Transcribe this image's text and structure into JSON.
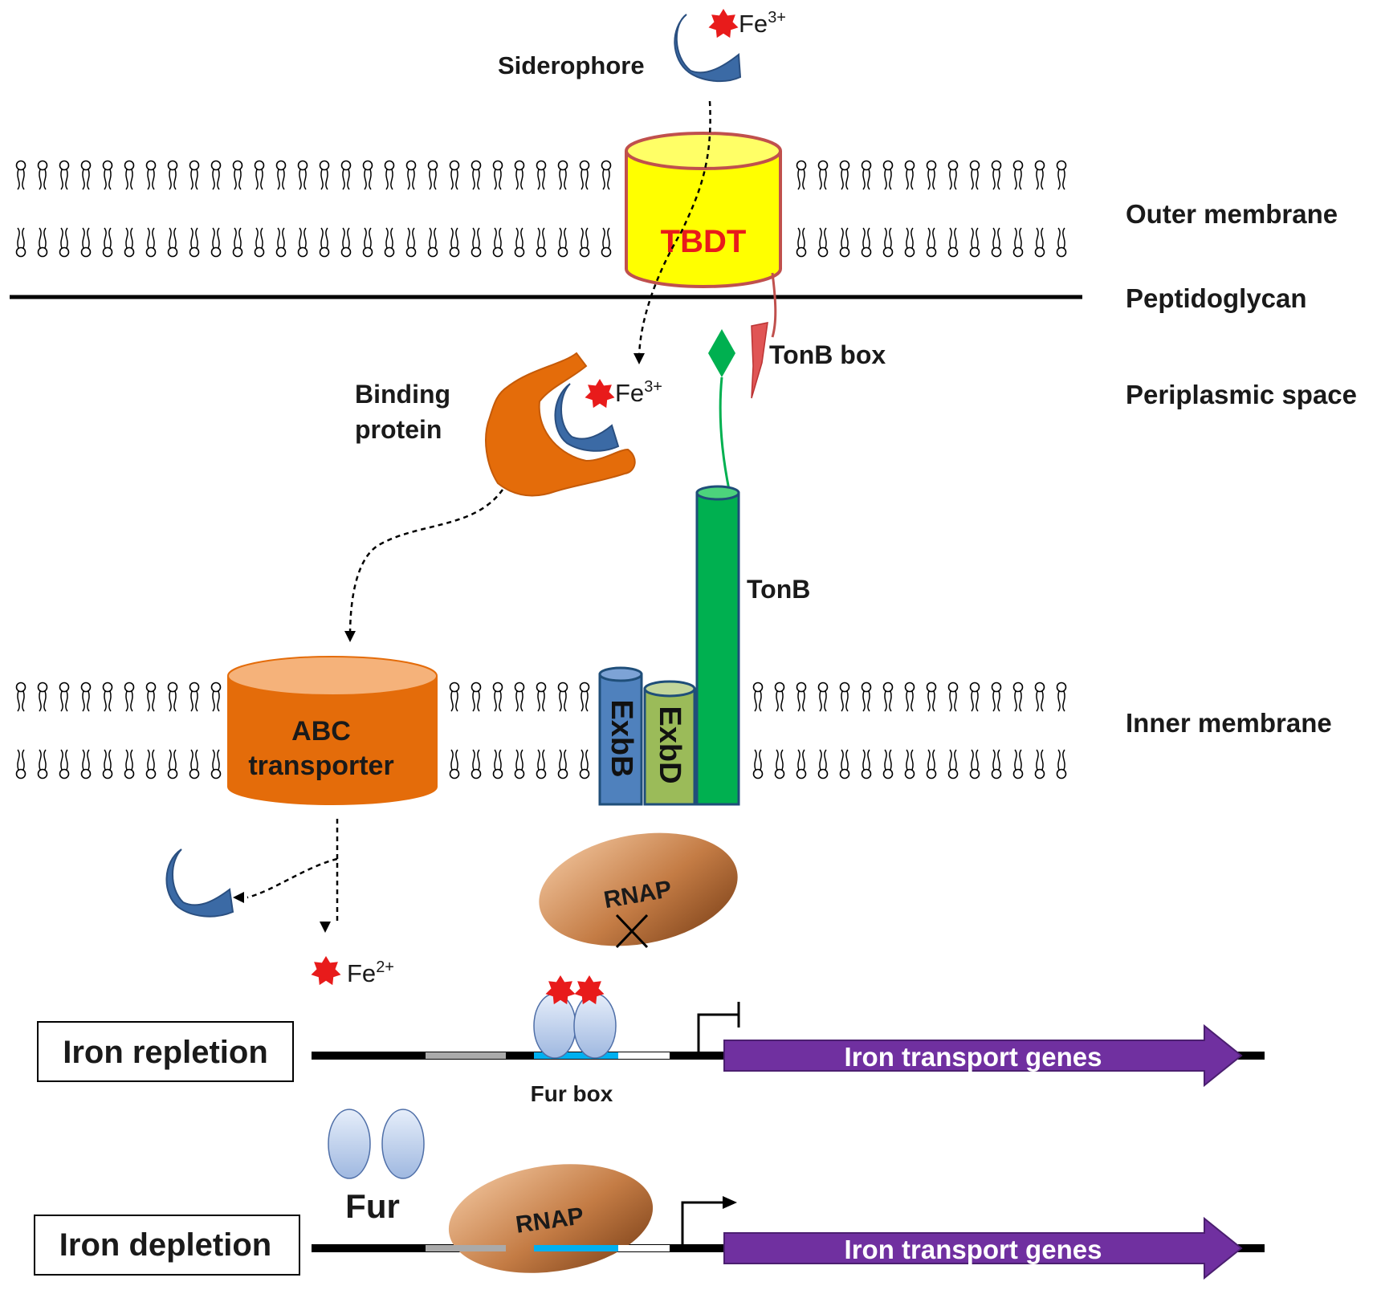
{
  "siderophore": {
    "label": "Siderophore",
    "ion_top": "Fe",
    "ion_top_charge": "3+"
  },
  "periplasm_complex": {
    "ion": "Fe",
    "ion_charge": "3+"
  },
  "tbdt": {
    "label": "TBDT"
  },
  "layers": {
    "outer_membrane": "Outer membrane",
    "peptidoglycan": "Peptidoglycan",
    "periplasmic_space": "Periplasmic space",
    "inner_membrane": "Inner membrane"
  },
  "tonb_box": {
    "label": "TonB box"
  },
  "binding_protein": {
    "line1": "Binding",
    "line2": "protein"
  },
  "tonb": {
    "label": "TonB"
  },
  "abc": {
    "line1": "ABC",
    "line2": "transporter"
  },
  "exb": {
    "exbb": "ExbB",
    "exbd": "ExbD"
  },
  "released_ion": {
    "ion": "Fe",
    "ion_charge": "2+"
  },
  "repletion": {
    "label": "Iron repletion",
    "rnap": "RNAP",
    "fur_box": "Fur box",
    "gene": "Iron transport genes"
  },
  "depletion": {
    "label": "Iron depletion",
    "rnap": "RNAP",
    "fur": "Fur",
    "gene": "Iron transport genes"
  },
  "colors": {
    "siderophore": "#3b6aa5",
    "iron": "#e81b1b",
    "tbdt_fill": "#ffff00",
    "tbdt_edge": "#c0504d",
    "binding_protein": "#e46c0a",
    "tonb": "#00b050",
    "exbb": "#4f81bd",
    "exbd": "#9bbb59",
    "rnap": "#b8703a",
    "fur": "#b7cdec",
    "gene_arrow": "#7030a0",
    "fur_box": "#00b0f0"
  }
}
